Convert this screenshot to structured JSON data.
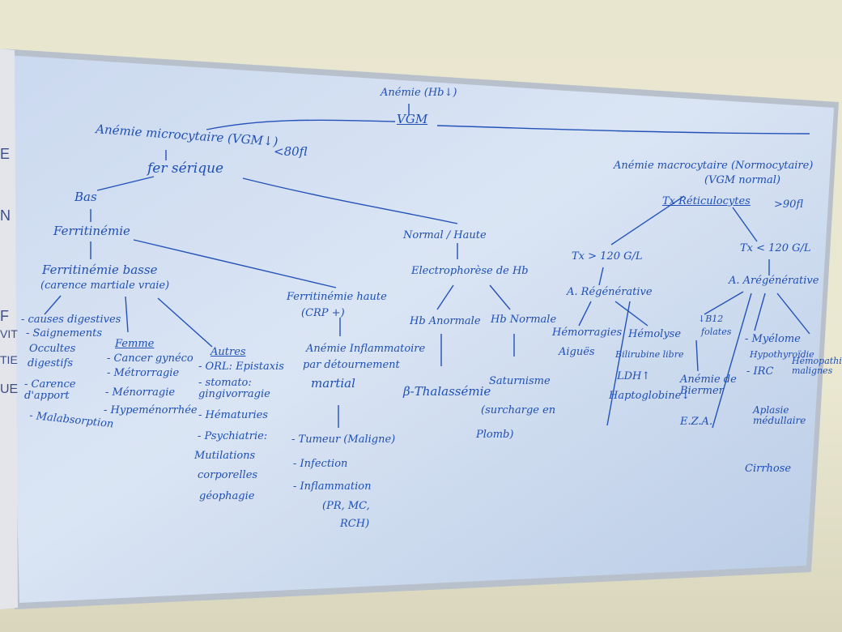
{
  "colors": {
    "ink": "#1f4fb4",
    "board": "#cfdcf0",
    "wall": "#e9e6cf",
    "frame": "#b7bfc9"
  },
  "edge_letters": [
    "E",
    "N",
    "F",
    "VIT",
    "TIE",
    "UE"
  ],
  "nodes": {
    "anemie_hb": "Anémie (Hb↓)",
    "vgm": "VGM",
    "microcytaire": "Anémie microcytaire (VGM↓)",
    "seuil_micro": "<80fl",
    "fer_serique": "fer sérique",
    "bas": "Bas",
    "ferritinemie": "Ferritinémie",
    "ferritinemie_basse": "Ferritinémie basse",
    "carence": "(carence martiale vraie)",
    "normal_haute": "Normal / Haute",
    "electrophorese": "Electrophorèse de Hb",
    "hb_anormale": "Hb Anormale",
    "hb_normale": "Hb Normale",
    "beta_thal": "β-Thalassémie",
    "saturnisme": "Saturnisme",
    "surcharge": "(surcharge en",
    "plomb": "Plomb)",
    "ferritinemie_haute": "Ferritinémie haute",
    "crp": "(CRP +)",
    "anemie_inflam": "Anémie Inflammatoire",
    "detournement": "par détournement",
    "martial": "martial",
    "tumeur": "- Tumeur (Maligne)",
    "infection": "- Infection",
    "inflammation": "- Inflammation",
    "pr_mc": "(PR, MC,",
    "rch": "RCH)",
    "macrocytaire": "Anémie macrocytaire (Normocytaire)",
    "vgm_normal": "(VGM normal)",
    "tx_reticulocytes": "Tx Réticulocytes",
    "seuil_macro": ">90fl",
    "tx_sup": "Tx > 120 G/L",
    "tx_inf": "Tx < 120 G/L",
    "regenerative": "A. Régénérative",
    "aregenerative": "A. Arégénérative",
    "hemorragie": "Hémorragies",
    "aigues": "Aiguës",
    "hemolyse": "Hémolyse",
    "bilirubine": "Bilirubine libre",
    "ldh": "LDH↑",
    "haptoglobine": "Haptoglobine↓",
    "b12": "↓B12",
    "folates": "folates",
    "anemie_biermer": "Anémie de Biermer",
    "ezia": "E.Z.A.",
    "myelome": "- Myélome",
    "hypothyroidie": "Hypothyroïdie",
    "irc": "- IRC",
    "hemopathies": "Hémopathies malignes",
    "aplasie": "Aplasie médullaire",
    "cirrhose": "Cirrhose",
    "causes_digestives": "- causes digestives",
    "saignements": "- Saignements",
    "occultes": "Occultes",
    "digestifs": "digestifs",
    "carence_apport": "- Carence d'apport",
    "malabsorption": "- Malabsorption",
    "femme": "Femme",
    "cancer_gyneco": "- Cancer gynéco",
    "metrorragie": "- Métrorragie",
    "menorragie": "- Ménorragie",
    "hypermenorrhee": "- Hypeménorrhée",
    "autres": "Autres",
    "orl": "- ORL: Epistaxis",
    "stomato": "- stomato: gingivorragie",
    "hematuries": "- Hématuries",
    "psychiatrie": "- Psychiatrie:",
    "mutilations": "Mutilations",
    "corporelles": "corporelles",
    "geophagie": "géophagie"
  }
}
